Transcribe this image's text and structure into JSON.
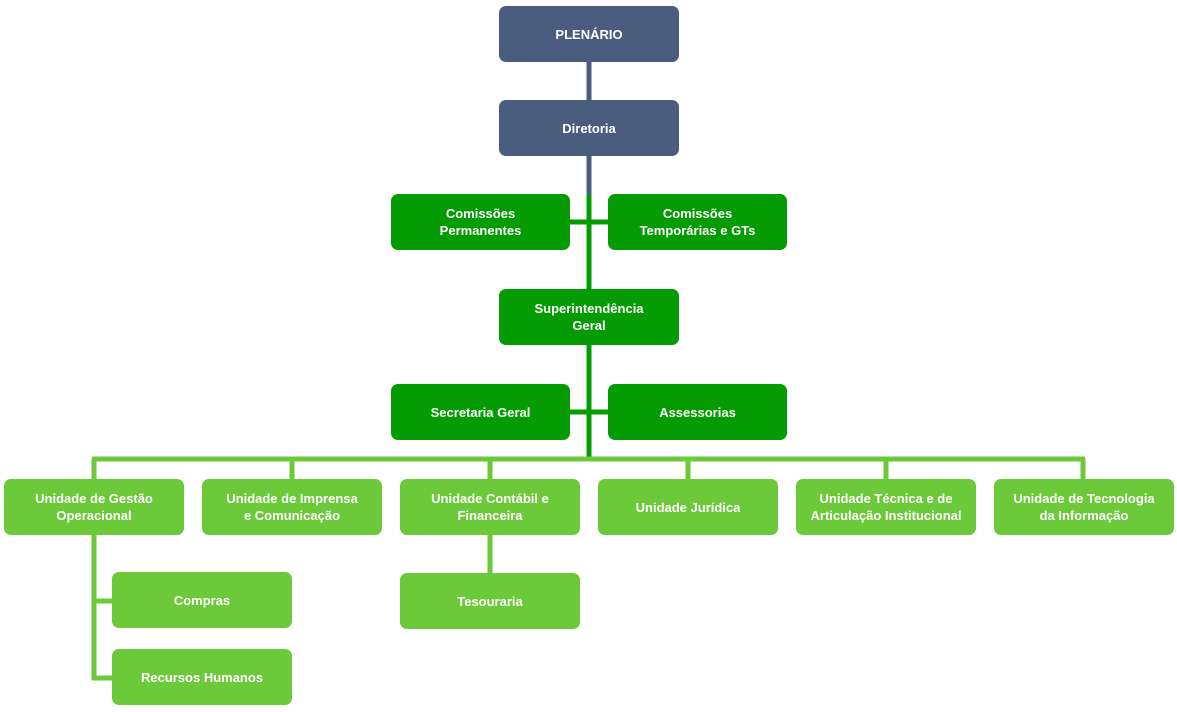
{
  "colors": {
    "top": "#4a5d7e",
    "mid": "#049b03",
    "light": "#6cc93a"
  },
  "nodes": {
    "plenario": "PLENÁRIO",
    "diretoria": "Diretoria",
    "comissoes_permanentes": {
      "l1": "Comissões",
      "l2": "Permanentes"
    },
    "comissoes_temporarias": {
      "l1": "Comissões",
      "l2": "Temporárias e GTs"
    },
    "superintendencia": {
      "l1": "Superintendência",
      "l2": "Geral"
    },
    "secretaria": "Secretaria Geral",
    "assessorias": "Assessorias",
    "gestao": {
      "l1": "Unidade de Gestão",
      "l2": "Operacional"
    },
    "imprensa": {
      "l1": "Unidade de Imprensa",
      "l2": "e Comunicação"
    },
    "contabil": {
      "l1": "Unidade Contábil e",
      "l2": "Financeira"
    },
    "juridica": "Unidade Jurídica",
    "tecnica": {
      "l1": "Unidade Técnica e de",
      "l2": "Articulação Institucional"
    },
    "ti": {
      "l1": "Unidade de Tecnologia",
      "l2": "da Informação"
    },
    "compras": "Compras",
    "rh": "Recursos Humanos",
    "tesouraria": "Tesouraria"
  }
}
